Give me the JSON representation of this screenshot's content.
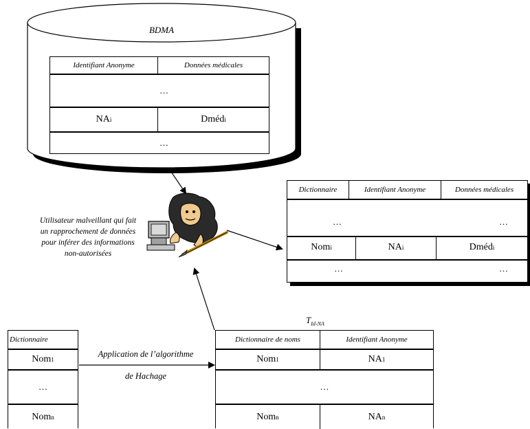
{
  "bdma": {
    "title": "BDMA",
    "headers": [
      "Identifiant Anonyme",
      "Données médicales"
    ],
    "row_dots": "…",
    "row_na": "NA",
    "row_na_sub": "i",
    "row_dmed": "Dméd",
    "row_dmed_sub": "i",
    "row_dots2": "…"
  },
  "attacker": {
    "icon": "malicious-user-at-computer",
    "caption": "Utilisateur malveillant qui fait un rapprochement de données pour inférer des informations non-autorisées"
  },
  "result_table": {
    "headers": [
      "Dictionnaire",
      "Identifiant Anonyme",
      "Données médicales"
    ],
    "dots_left": "…",
    "dots_right": "…",
    "nom": "Nom",
    "nom_sub": "i",
    "na": "NA",
    "na_sub": "i",
    "dmed": "Dméd",
    "dmed_sub": "i",
    "dots2_left": "…",
    "dots2_right": "…"
  },
  "dictionary": {
    "header": "Dictionnaire",
    "nom1": "Nom",
    "nom1_sub": "1",
    "dots": "…",
    "nomn": "Nom",
    "nomn_sub": "n"
  },
  "hash_label": {
    "line1": "Application de l’algorithme",
    "line2": "de Hachage"
  },
  "tid_table": {
    "caption_main": "T",
    "caption_sub": "Id-NA",
    "headers": [
      "Dictionnaire de noms",
      "Identifiant Anonyme"
    ],
    "nom1": "Nom",
    "nom1_sub": "1",
    "na1": "NA",
    "na1_sub": "1",
    "dots": "…",
    "nomn": "Nom",
    "nomn_sub": "n",
    "nan": "NA",
    "nan_sub": "n"
  }
}
